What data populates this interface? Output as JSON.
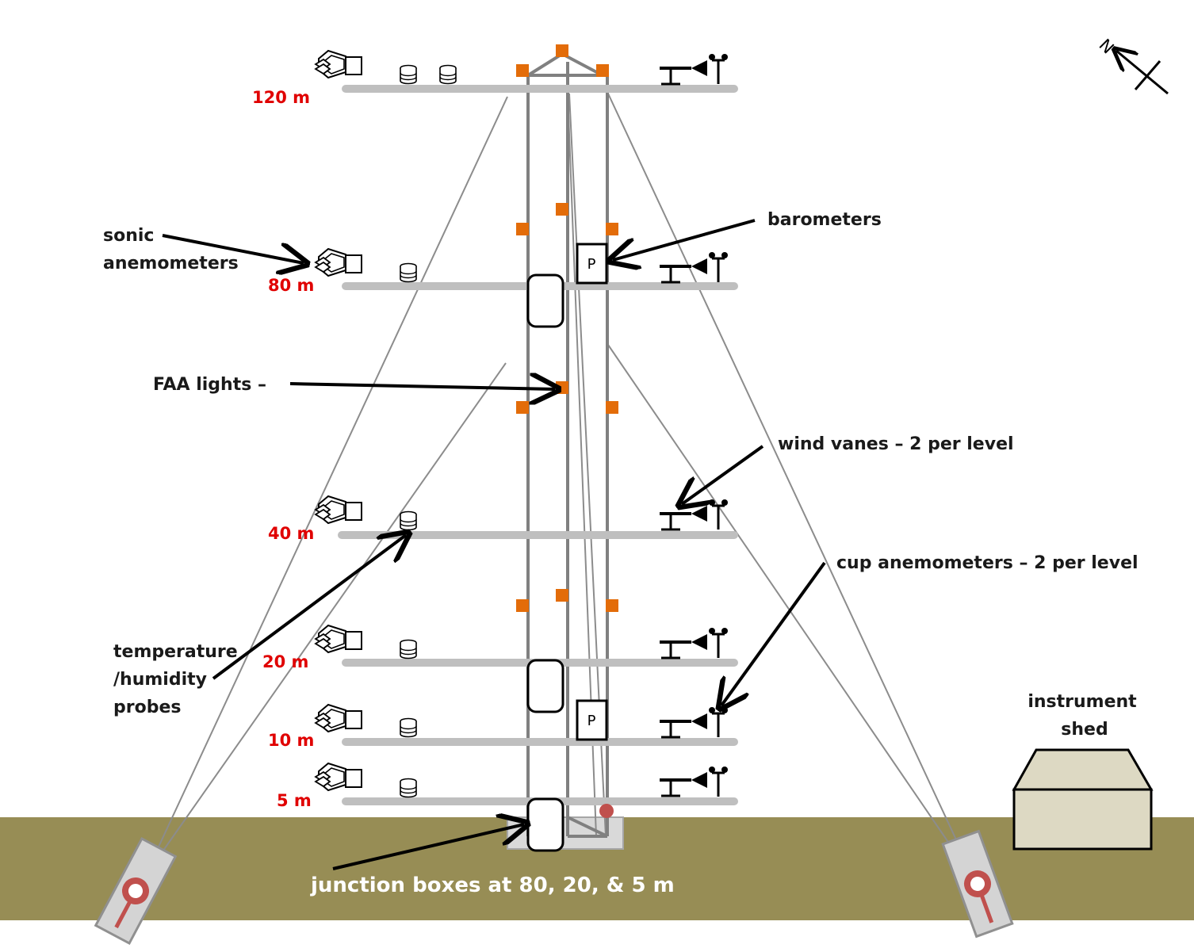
{
  "colors": {
    "ground": "#978d55",
    "boom": "#bfbfbf",
    "tower": "#808080",
    "light": "#e36c09",
    "height_label": "#e00000",
    "anchor": "#c0504d",
    "shed": "#ddd9c3"
  },
  "heights": [
    "120 m",
    "80 m",
    "40 m",
    "20 m",
    "10 m",
    "5 m"
  ],
  "labels": {
    "sonic": [
      "sonic",
      "anemometers"
    ],
    "barometers": "barometers",
    "faa": "FAA lights –",
    "wind_vanes": "wind vanes  – 2 per level",
    "cup": "cup anemometers  – 2 per level",
    "temp": [
      "temperature",
      "/humidity",
      "probes"
    ],
    "shed": [
      "instrument",
      "shed"
    ],
    "junction": "junction boxes at 80, 20, & 5 m"
  },
  "barometer_symbol": "P",
  "compass": {
    "letter": "N",
    "icon": "north-arrow-icon"
  },
  "icons": [
    "sonic-anemometer-icon",
    "temperature-probe-icon",
    "wind-vane-icon",
    "cup-anemometer-icon",
    "faa-light-icon",
    "junction-box-icon",
    "anchor-icon"
  ]
}
